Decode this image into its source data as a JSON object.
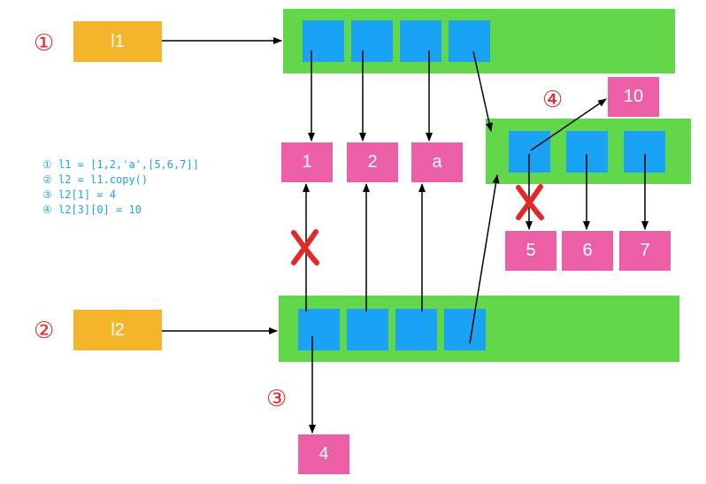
{
  "labels": {
    "step1_marker": "①",
    "step2_marker": "②",
    "step3_marker": "③",
    "step4_marker": "④"
  },
  "variables": {
    "l1": "l1",
    "l2": "l2"
  },
  "values": {
    "v1": "1",
    "v2": "2",
    "va": "a",
    "v5": "5",
    "v6": "6",
    "v7": "7",
    "v10": "10",
    "v4": "4"
  },
  "code": [
    "① l1 = [1,2,'a',[5,6,7]]",
    "② l2 = l1.copy()",
    "③ l2[1] = 4",
    "④ l2[3][0] = 10"
  ],
  "colors": {
    "variable": "#F5B52A",
    "list_container": "#63D74A",
    "slot": "#1AA3F5",
    "value": "#EC5EA6",
    "marker": "#E42727"
  },
  "icons": {
    "broken_reference": "cross-mark-icon"
  }
}
